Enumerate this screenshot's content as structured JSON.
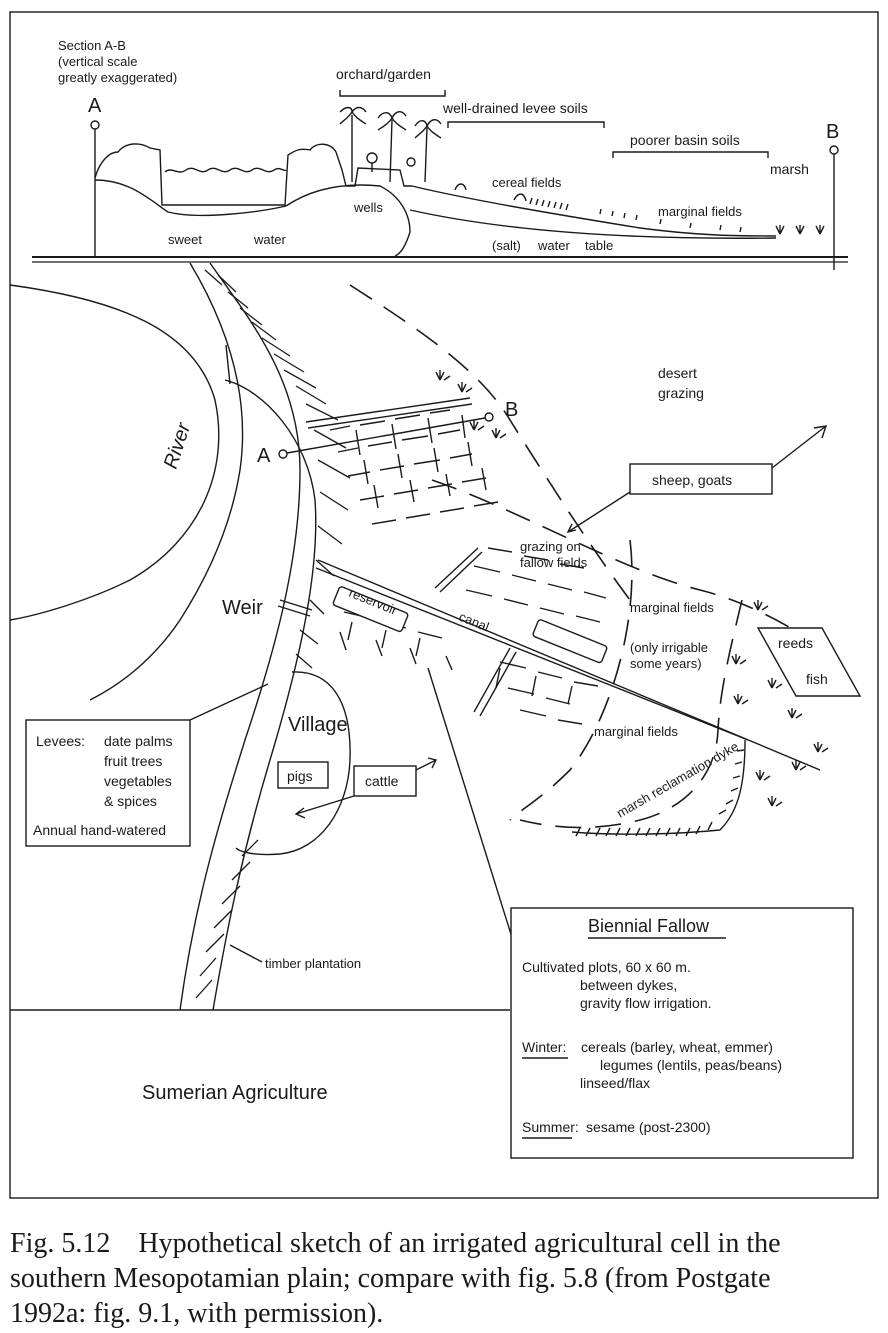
{
  "section": {
    "title": "Section A-B",
    "note_line1": "(vertical scale",
    "note_line2": "greatly exaggerated)",
    "label_a": "A",
    "label_b": "B",
    "orchard": "orchard/garden",
    "levee_soils": "well-drained levee soils",
    "basin_soils": "poorer basin soils",
    "marsh": "marsh",
    "cereal_fields": "cereal fields",
    "marginal_fields": "marginal fields",
    "wells": "wells",
    "sweet": "sweet",
    "water": "water",
    "salt": "(salt)",
    "water2": "water",
    "table": "table"
  },
  "map": {
    "river": "River",
    "label_a": "A",
    "label_b": "B",
    "desert1": "desert",
    "desert2": "grazing",
    "sheep_goats": "sheep, goats",
    "grazing1": "grazing on",
    "grazing2": "fallow fields",
    "weir": "Weir",
    "reservoir": "reservoir",
    "canal": "canal",
    "marginal_fields_1": "marginal fields",
    "only1": "(only irrigable",
    "only2": "some years)",
    "reeds": "reeds",
    "fish": "fish",
    "marginal_fields_2": "marginal fields",
    "dyke": "marsh reclamation dyke",
    "village": "Village",
    "pigs": "pigs",
    "cattle": "cattle",
    "timber": "timber plantation",
    "title": "Sumerian Agriculture"
  },
  "levees_box": {
    "heading": "Levees:",
    "items": [
      "date palms",
      "fruit trees",
      "vegetables",
      "& spices"
    ],
    "footer": "Annual hand-watered"
  },
  "fallow_box": {
    "title": "Biennial Fallow",
    "line1": "Cultivated plots, 60 x 60 m.",
    "line2": "between dykes,",
    "line3": "gravity flow irrigation.",
    "winter_label": "Winter:",
    "winter1": "cereals (barley, wheat, emmer)",
    "winter2": "legumes (lentils, peas/beans)",
    "winter3": "linseed/flax",
    "summer_label": "Summer:",
    "summer1": "sesame (post-2300)"
  },
  "caption": {
    "line1": "Fig. 5.12    Hypothetical sketch of an irrigated agricultural cell in the",
    "line2": "southern Mesopotamian plain; compare with fig. 5.8 (from Postgate",
    "line3": "1992a: fig. 9.1, with permission)."
  }
}
